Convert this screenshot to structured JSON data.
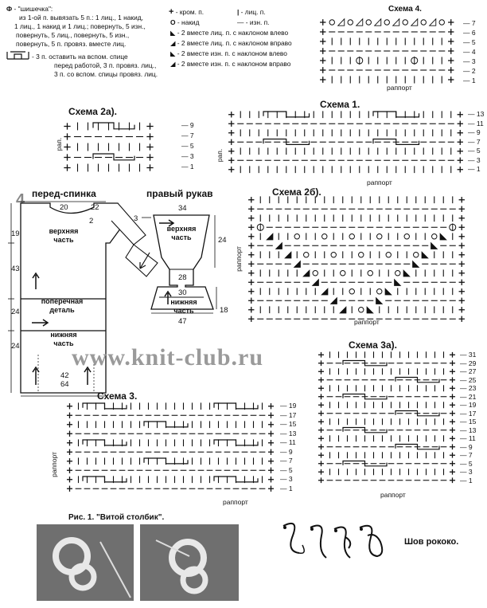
{
  "legend_left": {
    "bobble_symbol": "Ф",
    "bobble_title": "- \"шишечка\":",
    "bobble_lines": [
      "из 1-ой п. вывязать 5 п.: 1 лиц., 1 накид,",
      "1 лиц., 1 накид и 1 лиц.; повернуть, 5 изн.,",
      "повернуть, 5 лиц., повернуть, 5 изн.,",
      "повернуть, 5 п. провяз. вместе лиц."
    ],
    "cable_text": "- 3 п. оставить на вспом. спице",
    "cable_lines": [
      "перед работой, 3 п. провяз. лиц.,",
      "3 п. со вспом. спицы провяз. лиц."
    ]
  },
  "legend_right": {
    "items": [
      {
        "sym": "+",
        "text": "- кром. п."
      },
      {
        "sym": "O",
        "text": "- накид"
      },
      {
        "sym": "◣",
        "text": "- 2 вместе лиц. п. с наклоном влево"
      },
      {
        "sym": "◢",
        "text": "- 2 вместе лиц. п. с наклоном вправо"
      },
      {
        "sym": "◣",
        "text": "- 2 вместе изн. п. с наклоном влево"
      },
      {
        "sym": "◢",
        "text": "- 2 вместе изн. п. с наклоном вправо"
      }
    ],
    "items2": [
      {
        "sym": "|",
        "text": "- лиц. п."
      },
      {
        "sym": "—",
        "text": "- изн. п."
      }
    ]
  },
  "schemes": {
    "s4": {
      "title": "Схема 4.",
      "rows": [
        "7",
        "6",
        "5",
        "4",
        "3",
        "2",
        "1"
      ],
      "rapport": "раппорт"
    },
    "s2a": {
      "title": "Схема 2а).",
      "rows": [
        "9",
        "7",
        "5",
        "3",
        "1"
      ],
      "rapport": "рап."
    },
    "s1": {
      "title": "Схема 1.",
      "rows": [
        "13",
        "11",
        "9",
        "7",
        "5",
        "3",
        "1"
      ],
      "rapport": "раппорт",
      "rap_side": "рап."
    },
    "s2b": {
      "title": "Схема 2б).",
      "rapport": "раппорт"
    },
    "s3a": {
      "title": "Схема 3а).",
      "rows": [
        "31",
        "29",
        "27",
        "25",
        "23",
        "21",
        "19",
        "17",
        "15",
        "13",
        "11",
        "9",
        "7",
        "5",
        "3",
        "1"
      ],
      "rapport": "раппорт"
    },
    "s3": {
      "title": "Схема 3.",
      "rows": [
        "19",
        "17",
        "15",
        "13",
        "11",
        "9",
        "7",
        "5",
        "3",
        "1"
      ],
      "rapport": "раппорт"
    }
  },
  "pattern_front": {
    "title": "перед-спинка",
    "number": "4",
    "dims": {
      "neck": "20",
      "shoulder": "22",
      "drop": "2",
      "upper_h": "19",
      "mid_h": "43",
      "band_h": "24",
      "bottom_h": "24",
      "bottom_w": "42",
      "width": "64"
    },
    "parts": {
      "upper": "верхняя\nчасть",
      "middle": "поперечная\nдеталь",
      "lower": "нижняя\nчасть"
    }
  },
  "pattern_sleeve": {
    "title": "правый рукав",
    "dims": {
      "top": "34",
      "side": "24",
      "mid1": "28",
      "mid2": "30",
      "cuff_h": "18",
      "bottom": "47",
      "offset": "3"
    },
    "parts": {
      "upper": "верхняя\nчасть",
      "lower": "нижняя\nчасть"
    }
  },
  "watermark": "www.knit-club.ru",
  "figure1": {
    "caption": "Рис. 1. \"Витой столбик\"."
  },
  "rococo": {
    "caption": "Шов рококо."
  }
}
